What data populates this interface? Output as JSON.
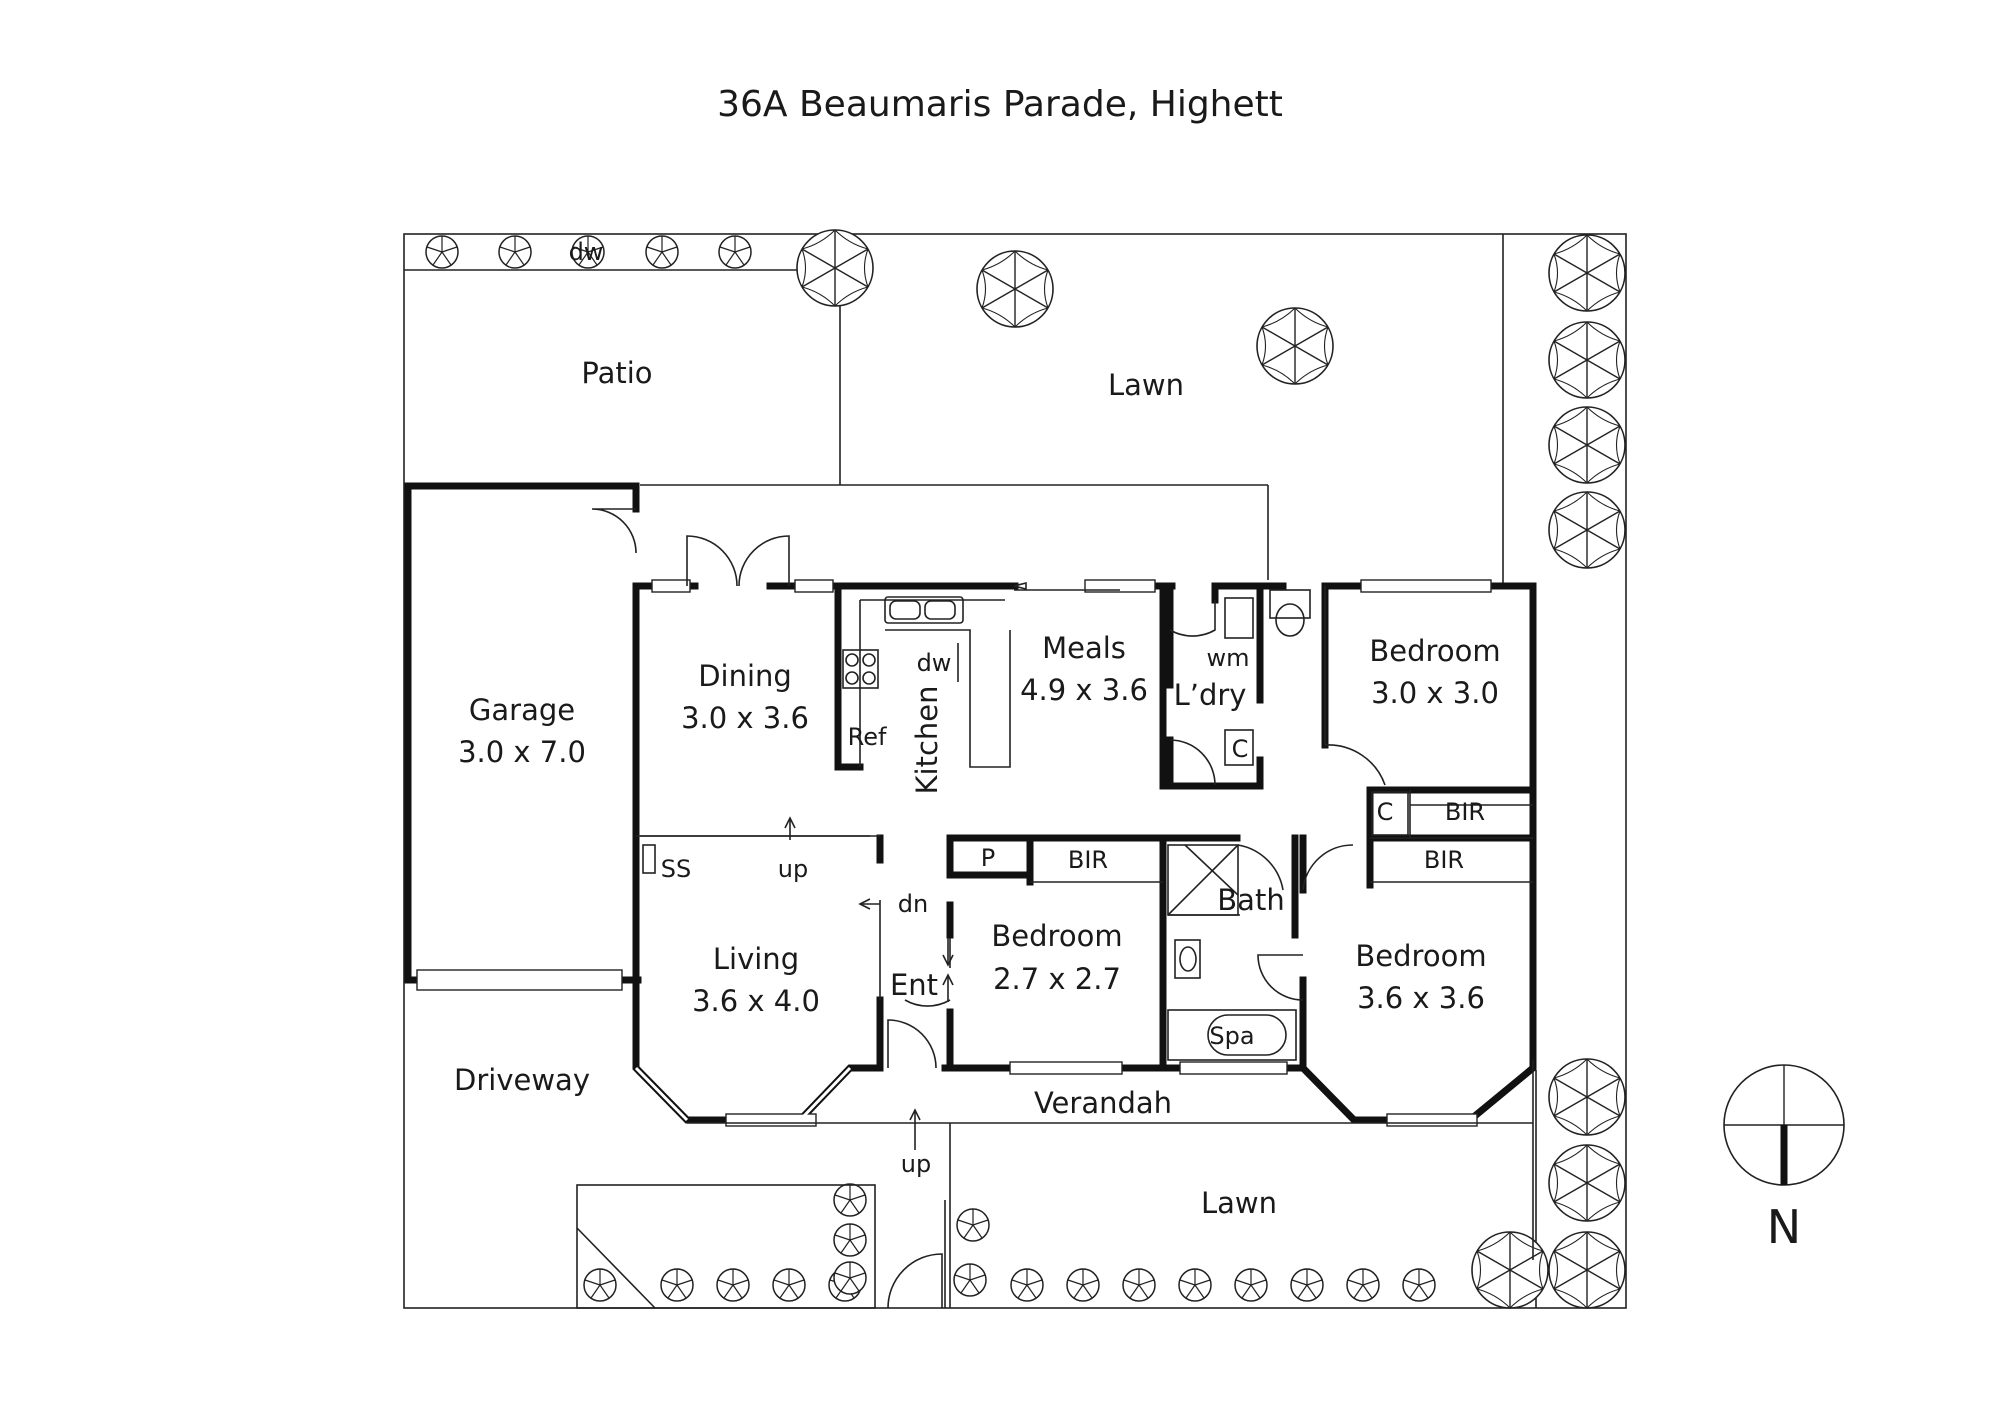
{
  "title": "36A Beaumaris Parade, Highett",
  "north_label": "N",
  "rooms": {
    "garage": {
      "name": "Garage",
      "dims": "3.0 x 7.0"
    },
    "dining": {
      "name": "Dining",
      "dims": "3.0 x 3.6"
    },
    "meals": {
      "name": "Meals",
      "dims": "4.9 x 3.6"
    },
    "living": {
      "name": "Living",
      "dims": "3.6 x 4.0"
    },
    "bedroom_ne": {
      "name": "Bedroom",
      "dims": "3.0 x 3.0"
    },
    "bedroom_mid": {
      "name": "Bedroom",
      "dims": "2.7 x 2.7"
    },
    "bedroom_se": {
      "name": "Bedroom",
      "dims": "3.6 x 3.6"
    },
    "kitchen": {
      "name": "Kitchen"
    },
    "laundry": {
      "name": "L’dry"
    },
    "bath": {
      "name": "Bath"
    },
    "entry": {
      "name": "Ent"
    }
  },
  "outdoor": {
    "patio": "Patio",
    "lawn_rear": "Lawn",
    "lawn_front": "Lawn",
    "driveway": "Driveway",
    "verandah": "Verandah"
  },
  "fixtures": {
    "dw_top": "dw",
    "dw_kitchen": "dw",
    "ref": "Ref",
    "wm": "wm",
    "cupboard_laundry": "C",
    "cupboard_hall": "C",
    "bir_1": "BIR",
    "bir_2": "BIR",
    "bir_3": "BIR",
    "pantry": "P",
    "spa": "Spa",
    "ss": "SS"
  },
  "steps": {
    "up_living": "up",
    "dn_entry": "dn",
    "up_front": "up"
  }
}
